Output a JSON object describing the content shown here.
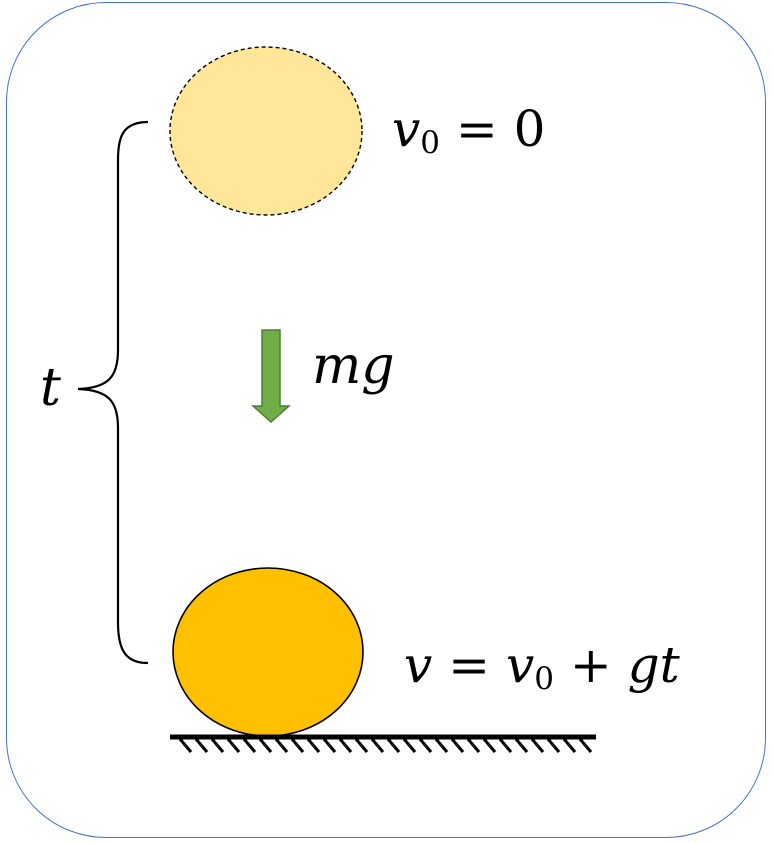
{
  "labels": {
    "initial_velocity_symbol": "v",
    "initial_velocity_subscript": "0",
    "initial_velocity_equals": " = 0",
    "force": "mg",
    "time": "t",
    "final_velocity_lhs": "v",
    "final_velocity_equals": " = ",
    "final_velocity_v": "v",
    "final_velocity_subscript": "0",
    "final_velocity_plus": " + ",
    "final_velocity_gt": "gt"
  },
  "colors": {
    "frame_border": "#4472C4",
    "ball_start_fill": "#FFE699",
    "ball_end_fill": "#FFC000",
    "arrow_fill": "#70AD47",
    "arrow_stroke": "#507E32"
  }
}
